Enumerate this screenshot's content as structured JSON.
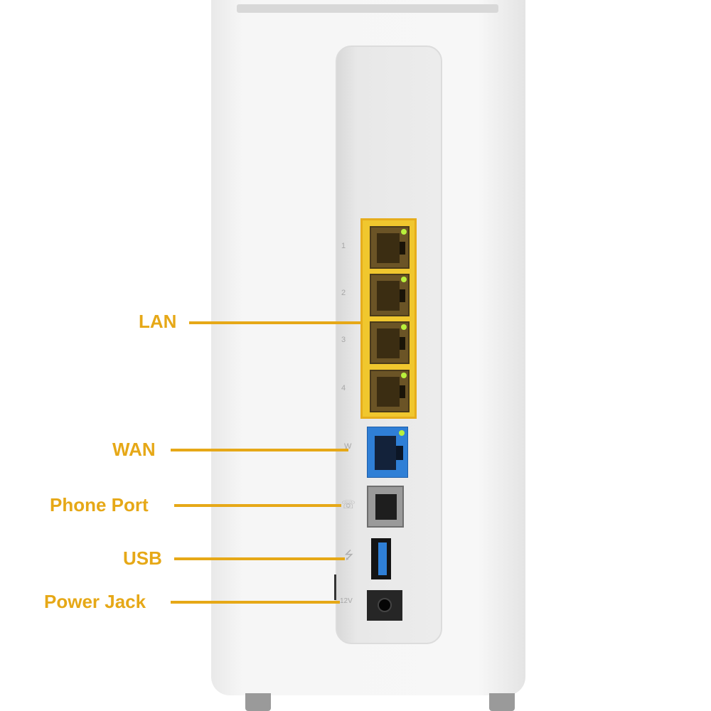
{
  "labels": {
    "lan": "LAN",
    "wan": "WAN",
    "phone": "Phone Port",
    "usb": "USB",
    "power": "Power Jack"
  },
  "port_markings": {
    "lan": [
      "1",
      "2",
      "3",
      "4"
    ],
    "wan": "W",
    "power": "12V"
  },
  "colors": {
    "callout": "#e6a817",
    "lan_highlight": "#f0c72e",
    "wan_port": "#2f7fd6",
    "led": "#b8f03c"
  }
}
